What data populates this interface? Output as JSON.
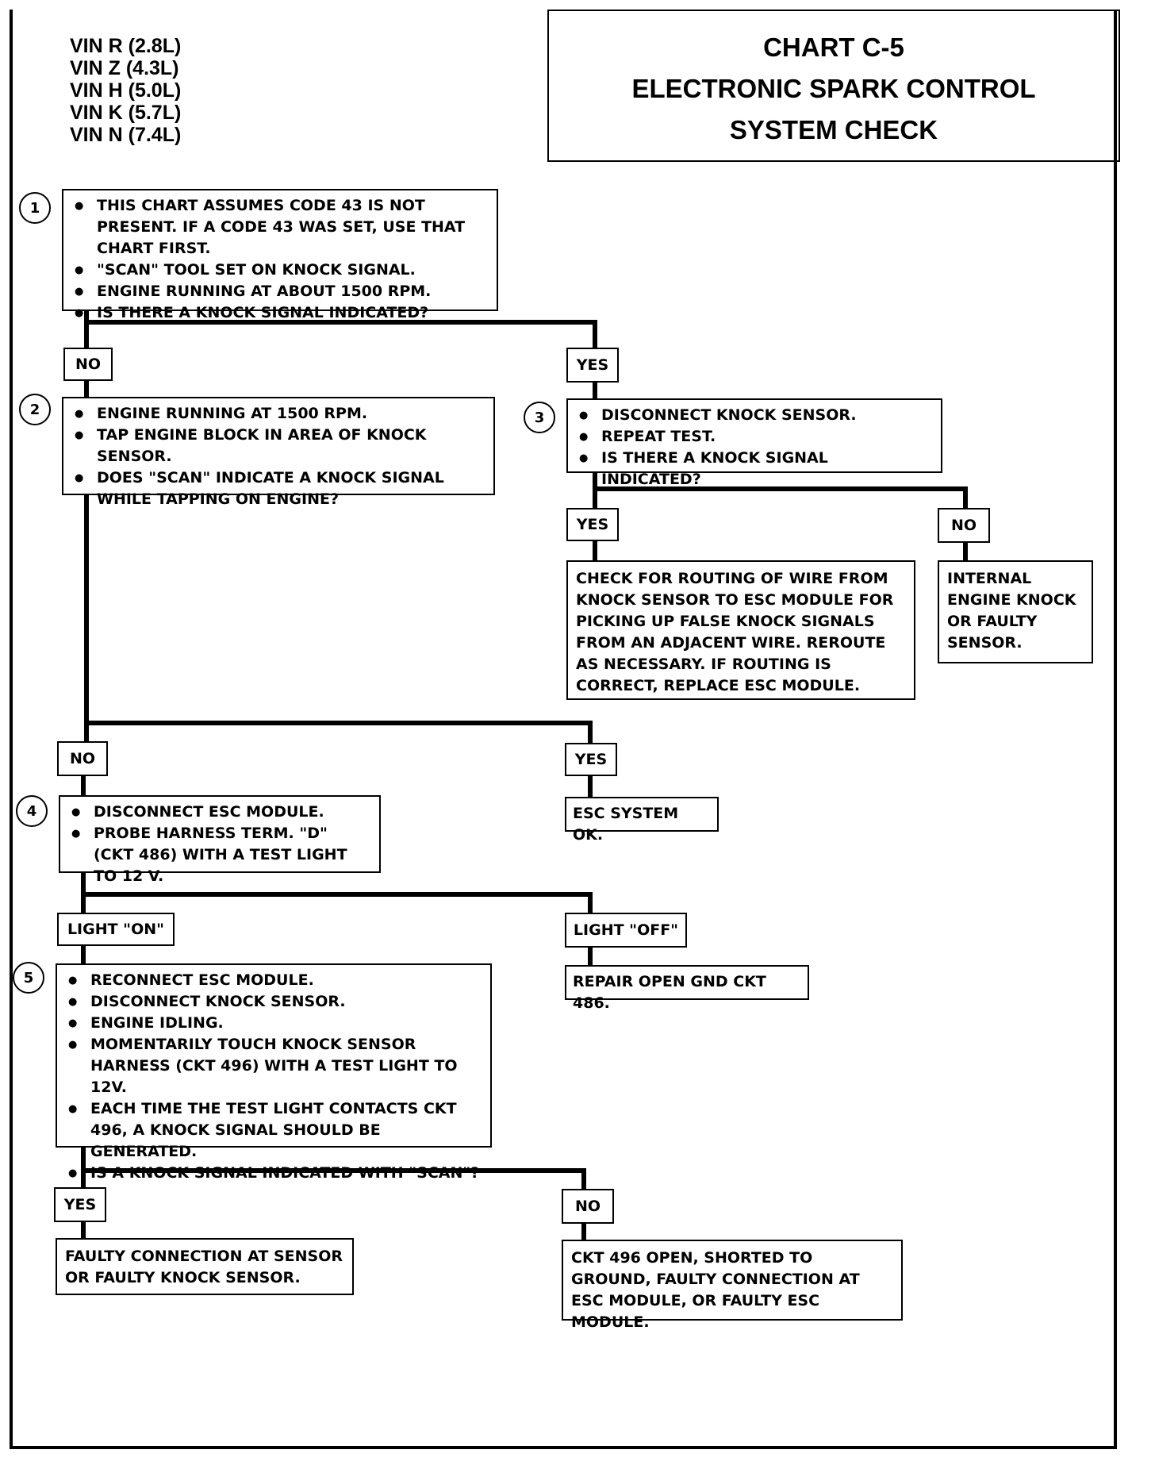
{
  "vin_list": [
    "VIN R (2.8L)",
    "VIN Z (4.3L)",
    "VIN H (5.0L)",
    "VIN K (5.7L)",
    "VIN N (7.4L)"
  ],
  "title": {
    "line1": "CHART C-5",
    "line2": "ELECTRONIC SPARK CONTROL",
    "line3": "SYSTEM CHECK"
  },
  "steps": {
    "s1": {
      "number": "1",
      "bullets": [
        "THIS CHART ASSUMES CODE 43 IS NOT PRESENT. IF A CODE 43 WAS SET, USE THAT CHART FIRST.",
        "\"SCAN\" TOOL SET ON KNOCK SIGNAL.",
        "ENGINE RUNNING AT ABOUT 1500 RPM.",
        "IS THERE A KNOCK SIGNAL INDICATED?"
      ]
    },
    "s2": {
      "number": "2",
      "bullets": [
        "ENGINE RUNNING AT 1500 RPM.",
        "TAP ENGINE BLOCK IN AREA OF KNOCK SENSOR.",
        "DOES \"SCAN\" INDICATE A KNOCK SIGNAL WHILE TAPPING ON ENGINE?"
      ]
    },
    "s3": {
      "number": "3",
      "bullets": [
        "DISCONNECT KNOCK SENSOR.",
        "REPEAT TEST.",
        "IS THERE A KNOCK SIGNAL INDICATED?"
      ]
    },
    "s4": {
      "number": "4",
      "bullets": [
        "DISCONNECT ESC MODULE.",
        "PROBE HARNESS TERM. \"D\" (CKT 486) WITH A TEST LIGHT TO 12 V."
      ]
    },
    "s5": {
      "number": "5",
      "bullets": [
        "RECONNECT ESC MODULE.",
        "DISCONNECT KNOCK SENSOR.",
        "ENGINE IDLING.",
        "MOMENTARILY TOUCH KNOCK SENSOR HARNESS (CKT 496) WITH A TEST LIGHT TO 12V.",
        "EACH TIME THE TEST LIGHT CONTACTS CKT 496, A KNOCK SIGNAL SHOULD BE GENERATED.",
        "IS A KNOCK SIGNAL INDICATED WITH \"SCAN\"?"
      ]
    }
  },
  "labels": {
    "no1": "NO",
    "yes1": "YES",
    "yes3": "YES",
    "no3": "NO",
    "no2": "NO",
    "yes2": "YES",
    "on4": "LIGHT \"ON\"",
    "off4": "LIGHT \"OFF\"",
    "yes5": "YES",
    "no5": "NO"
  },
  "results": {
    "routing": "CHECK FOR ROUTING OF WIRE FROM KNOCK SENSOR TO ESC MODULE FOR PICKING UP FALSE KNOCK SIGNALS FROM AN ADJACENT WIRE. REROUTE AS NECESSARY. IF ROUTING IS CORRECT, REPLACE ESC MODULE.",
    "internal": "INTERNAL ENGINE KNOCK OR FAULTY SENSOR.",
    "ok": "ESC SYSTEM OK.",
    "repair": "REPAIR OPEN GND CKT 486.",
    "faulty_sensor": "FAULTY CONNECTION AT SENSOR OR FAULTY KNOCK SENSOR.",
    "ckt496": "CKT 496 OPEN, SHORTED TO GROUND, FAULTY CONNECTION AT ESC MODULE, OR FAULTY ESC MODULE."
  }
}
